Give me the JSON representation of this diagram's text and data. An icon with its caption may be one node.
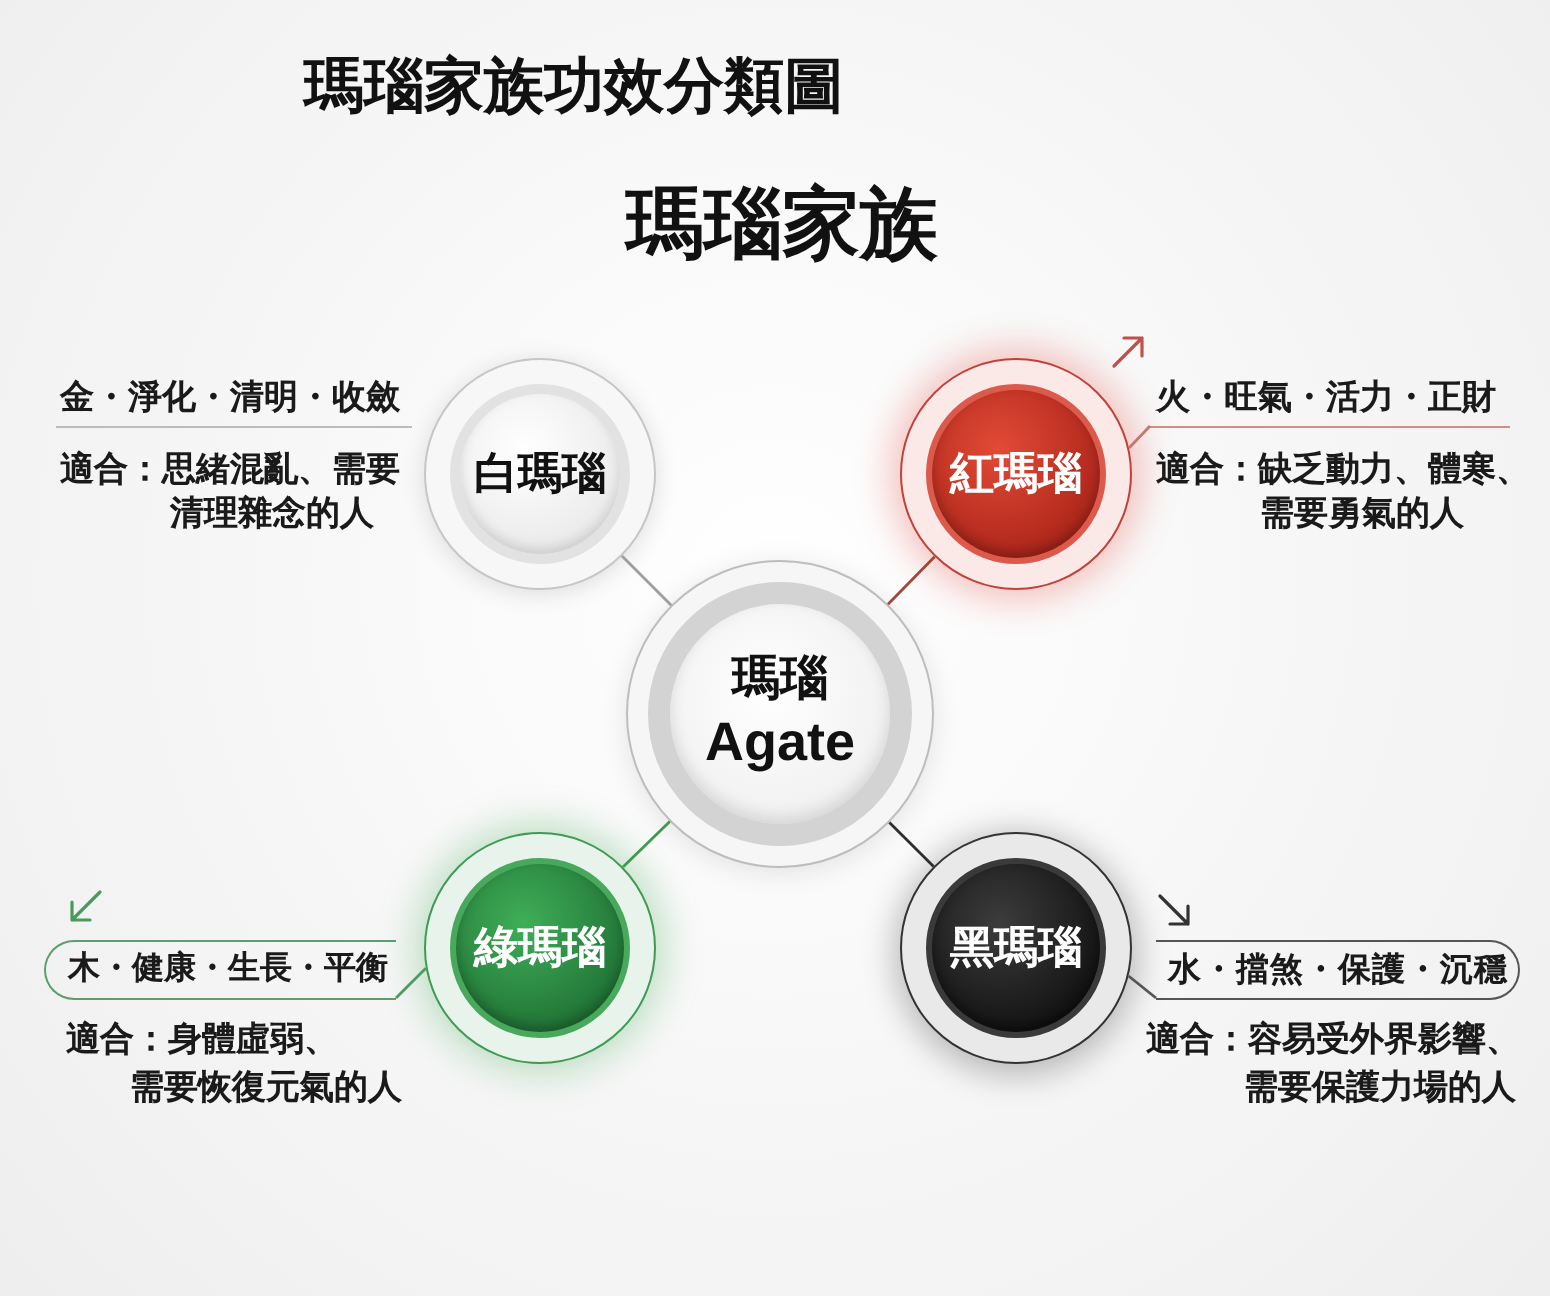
{
  "diagram": {
    "title": "瑪瑙家族功效分類圖",
    "nodes": [
      {
        "text": [
          "金・淨化・清明・收斂"
        ],
        "beside": [
          "適合：思緒混亂、需要清理雜念的人"
        ]
      },
      {
        "text": [
          "白瑪瑙"
        ]
      },
      {
        "text": [
          "紅瑪瑙"
        ]
      },
      {
        "text": [
          "火・旺氣・活力・正財"
        ],
        "beside": [
          "適合：缺乏動力、體寒、需要勇氣的人"
        ]
      },
      {
        "text": [
          "瑪瑙",
          "Agate"
        ]
      },
      {
        "text": [
          "木・健康・生長・平衡"
        ],
        "beside": [
          "適合：身體虛弱、需要恢復元氣的人"
        ]
      },
      {
        "text": [
          "綠瑪瑙"
        ]
      },
      {
        "text": [
          "黑瑪瑙"
        ]
      },
      {
        "text": [
          "水・擋煞・保護・沉穩"
        ],
        "beside": [
          "適合：容易受外界影響、需要保護力場的人"
        ]
      }
    ],
    "edges": [
      {
        "from": 4,
        "to": 1,
        "arrow": "none",
        "color": "#9e9e9e"
      },
      {
        "from": 4,
        "to": 2,
        "arrow": "none",
        "color": "#a0473a"
      },
      {
        "from": 4,
        "to": 6,
        "arrow": "none",
        "color": "#3d9a50"
      },
      {
        "from": 4,
        "to": 7,
        "arrow": "none",
        "color": "#2e2e2e"
      },
      {
        "from": 2,
        "to": 3,
        "arrow": "none",
        "color": "#c07870"
      },
      {
        "from": 6,
        "to": 5,
        "arrow": "none",
        "color": "#4f9a62"
      },
      {
        "from": 7,
        "to": 8,
        "arrow": "none",
        "color": "#555555"
      }
    ],
    "labels": [
      "瑪瑙家族"
    ]
  }
}
